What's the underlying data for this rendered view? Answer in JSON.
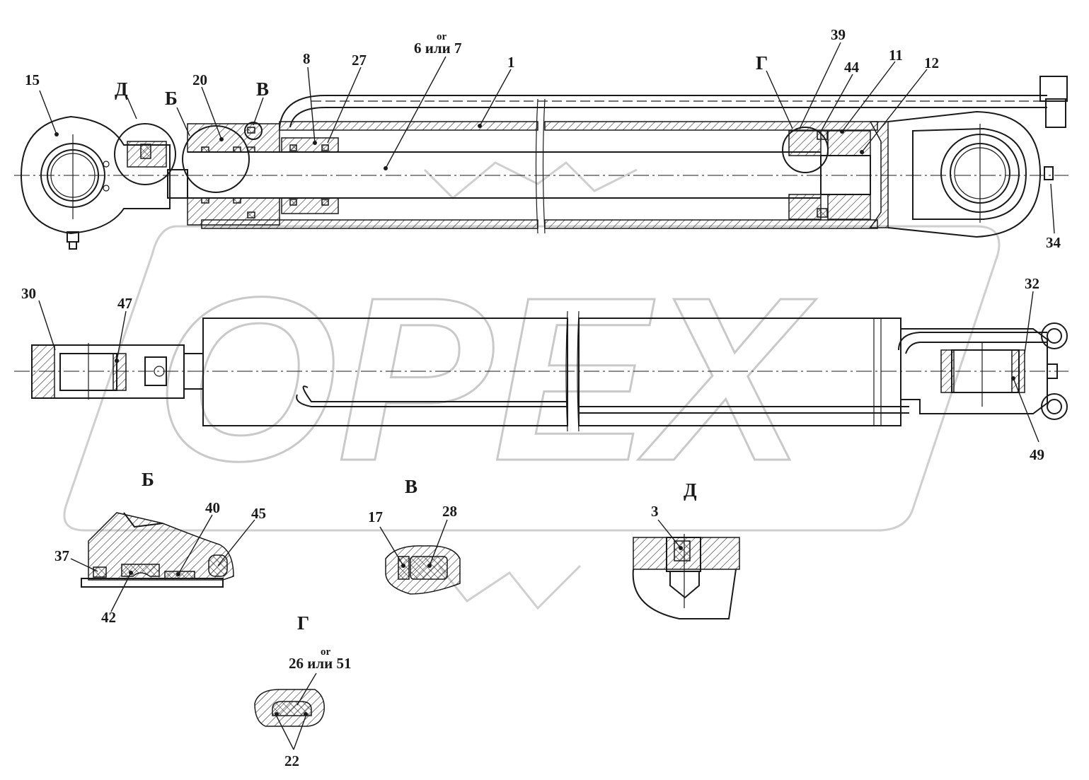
{
  "watermark": {
    "text": "OPEX"
  },
  "views": {
    "b": "Б",
    "v": "В",
    "g": "Г",
    "d": "Д"
  },
  "callouts": {
    "c15": "15",
    "c20": "20",
    "c8": "8",
    "c27": "27",
    "c6or7_alt": "or",
    "c6or7": "6 или 7",
    "c1": "1",
    "c39": "39",
    "c44": "44",
    "c11": "11",
    "c12": "12",
    "c34": "34",
    "c30": "30",
    "c47": "47",
    "c32": "32",
    "c49": "49",
    "c37": "37",
    "c40": "40",
    "c45": "45",
    "c42": "42",
    "c17": "17",
    "c28": "28",
    "c3": "3",
    "c26or51_alt": "or",
    "c26or51": "26 или 51",
    "c22": "22"
  }
}
